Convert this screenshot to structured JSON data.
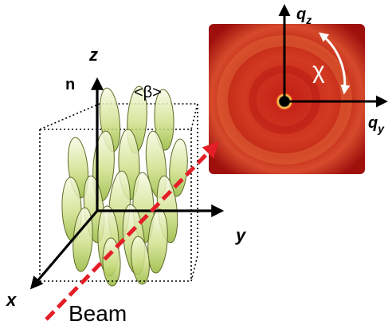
{
  "labels": {
    "z": "z",
    "n": "n",
    "beta": "<β>",
    "y": "y",
    "x": "x",
    "beam": "Beam",
    "qz_base": "q",
    "qz_sub": "z",
    "qy_base": "q",
    "qy_sub": "y",
    "chi": "χ"
  },
  "colors": {
    "axis": "#000000",
    "beam": "#e41e26",
    "crystal_fill_top": "#f4f8d8",
    "crystal_fill_bottom": "#9ec23e",
    "crystal_stroke": "#5e6b2a",
    "scatter_outer": "#b3130f",
    "scatter_inner": "#d8342a",
    "scatter_ring": "#e85a3a",
    "chi_arrow": "#ffffff"
  }
}
